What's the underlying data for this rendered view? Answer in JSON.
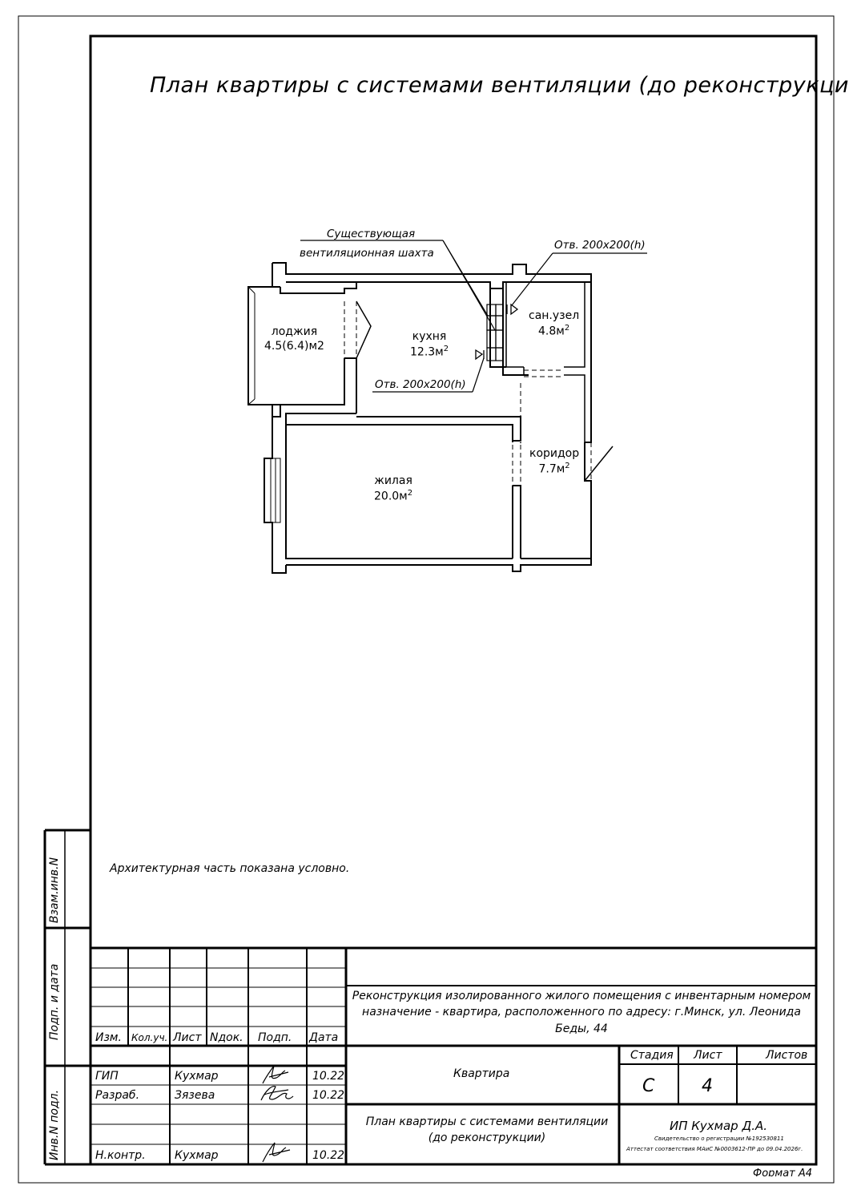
{
  "title": "План квартиры с системами вентиляции (до реконструкции)",
  "note": "Архитектурная часть показана условно.",
  "plan": {
    "shaft_callout_line1": "Существующая",
    "shaft_callout_line2": "вентиляционная шахта",
    "opening_callout_top": "Отв. 200х200(h)",
    "opening_callout_kitchen": "Отв. 200х200(h)",
    "rooms": {
      "loggia": {
        "name": "лоджия",
        "area": "4.5(6.4)м2"
      },
      "kitchen": {
        "name": "кухня",
        "area": "12.3м",
        "sup": "2"
      },
      "bath": {
        "name": "сан.узел",
        "area": "4.8м",
        "sup": "2"
      },
      "corridor": {
        "name": "коридор",
        "area": "7.7м",
        "sup": "2"
      },
      "living": {
        "name": "жилая",
        "area": "20.0м",
        "sup": "2"
      }
    }
  },
  "stamp": {
    "side": {
      "vzam": "Взам.инв.N",
      "podp": "Подп. и дата",
      "inv": "Инв.N подл."
    },
    "headers": {
      "izm": "Изм.",
      "kol": "Кол.уч.",
      "list": "Лист",
      "ndok": "Nдок.",
      "podp": "Подп.",
      "data": "Дата"
    },
    "rows": [
      {
        "role": "ГИП",
        "name": "Кухмар",
        "date": "10.22"
      },
      {
        "role": "Разраб.",
        "name": "Зязева",
        "date": "10.22"
      },
      {
        "role": "Н.контр.",
        "name": "Кухмар",
        "date": "10.22"
      }
    ],
    "project": "Реконструкция изолированного жилого помещения с инвентарным номером назначение - квартира, расположенного по адресу: г.Минск, ул. Леонида Беды, 44",
    "object": "Квартира",
    "stage_label": "Стадия",
    "sheet_label": "Лист",
    "sheets_label": "Листов",
    "stage": "С",
    "sheet": "4",
    "sheets": "",
    "drawing_title": "План квартиры с системами вентиляции (до реконструкции)",
    "org": "ИП Кухмар Д.А.",
    "org_cert1": "Свидетельство о регистрации №192530811",
    "org_cert2": "Аттестат соответствия МАиС №0003612-ПР до 09.04.2026г.",
    "format": "Формат А4"
  }
}
